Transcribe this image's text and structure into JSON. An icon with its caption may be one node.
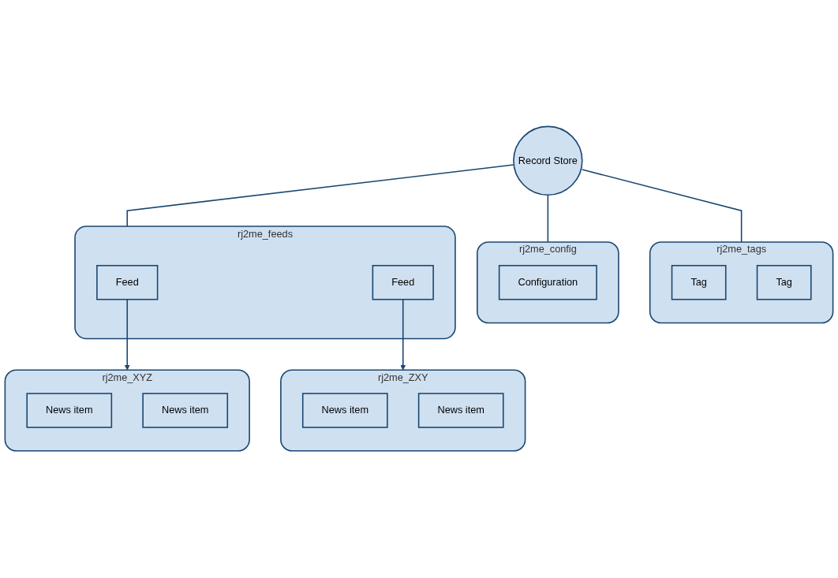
{
  "diagram": {
    "nodes": [
      {
        "text": [
          "Record Store"
        ]
      },
      {
        "text": [
          "rj2me_tags"
        ]
      },
      {
        "text": [
          "Tag"
        ],
        "in": 1
      },
      {
        "text": [
          "Tag"
        ],
        "in": 1
      },
      {
        "text": [
          "rj2me_config"
        ]
      },
      {
        "text": [
          "Configuration"
        ],
        "in": 4
      },
      {
        "text": [
          "rj2me_feeds"
        ]
      },
      {
        "text": [
          "Feed"
        ],
        "in": 6
      },
      {
        "text": [
          "Feed"
        ],
        "in": 6
      },
      {
        "text": [
          "rj2me_XYZ"
        ]
      },
      {
        "text": [
          "News item"
        ],
        "in": 9
      },
      {
        "text": [
          "News item"
        ],
        "in": 9
      },
      {
        "text": [
          "rj2me_ZXY"
        ]
      },
      {
        "text": [
          "News item"
        ],
        "in": 12
      },
      {
        "text": [
          "News item"
        ],
        "in": 12
      }
    ],
    "edges": [
      {
        "from": 0,
        "to": 1,
        "arrow": "none"
      },
      {
        "from": 0,
        "to": 4,
        "arrow": "none"
      },
      {
        "from": 0,
        "to": 6,
        "arrow": "none"
      },
      {
        "from": 7,
        "to": 9,
        "arrow": "to"
      },
      {
        "from": 8,
        "to": 12,
        "arrow": "to"
      }
    ]
  }
}
